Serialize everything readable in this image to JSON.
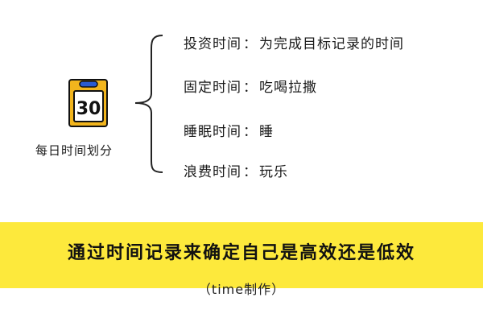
{
  "icon": {
    "calendar": {
      "day": "30",
      "name": "calendar-icon",
      "frame_color": "#f2b51d",
      "clip_color": "#2a5bd0"
    },
    "label": "每日时间划分"
  },
  "categories": [
    {
      "term": "投资时间",
      "sep": "：",
      "desc": "为完成目标记录的时间"
    },
    {
      "term": "固定时间",
      "sep": "：",
      "desc": "吃喝拉撒"
    },
    {
      "term": "睡眠时间",
      "sep": "：",
      "desc": "睡"
    },
    {
      "term": "浪费时间",
      "sep": "：",
      "desc": "玩乐"
    }
  ],
  "banner": {
    "text": "通过时间记录来确定自己是高效还是低效",
    "color": "#fde93c"
  },
  "credit": "（time制作）"
}
